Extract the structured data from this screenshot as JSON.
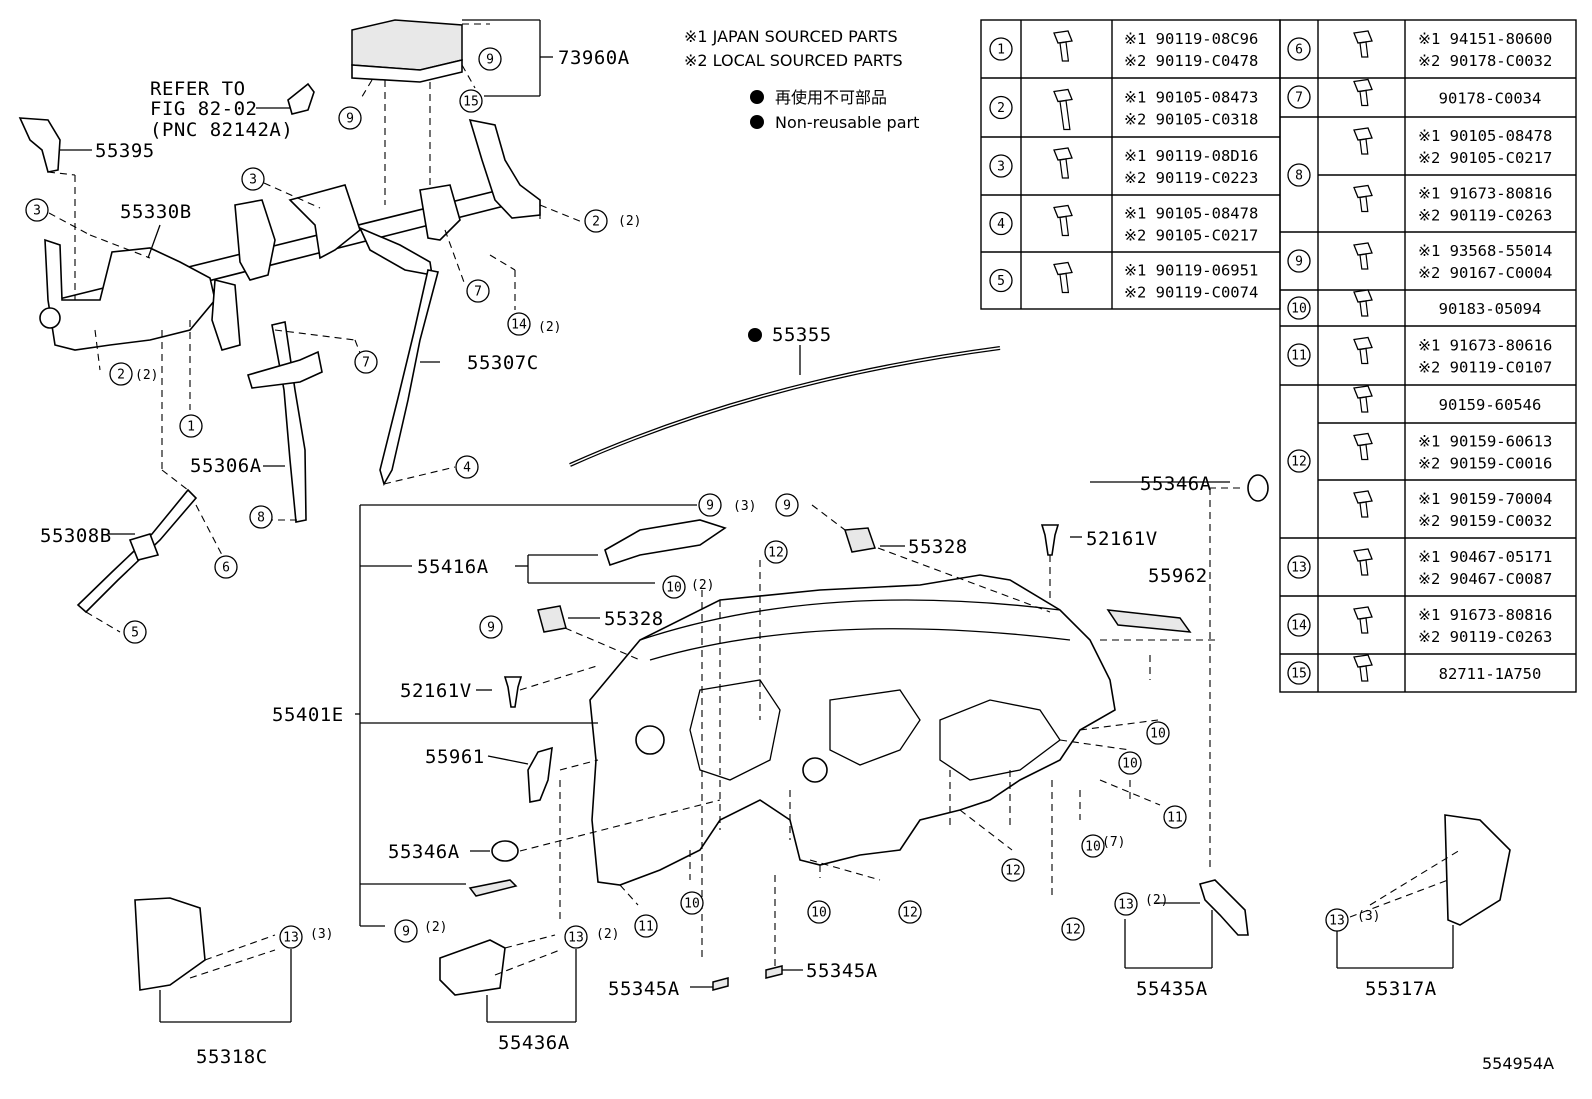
{
  "notes": {
    "japan": "※1 JAPAN SOURCED PARTS",
    "local": "※2 LOCAL SOURCED PARTS",
    "nonreusable_jp": "再使用不可部品",
    "nonreusable_en": "Non-reusable part"
  },
  "refer": {
    "line1": "REFER TO",
    "line2": "FIG 82-02",
    "line3": "(PNC 82142A)"
  },
  "figure_id": "554954A",
  "part_labels": {
    "p73960A": "73960A",
    "p55395": "55395",
    "p55330B": "55330B",
    "p55307C": "55307C",
    "p55306A": "55306A",
    "p55308B": "55308B",
    "p55355": "55355",
    "p55346A_top": "55346A",
    "p55416A": "55416A",
    "p55328_top": "55328",
    "p55328_mid": "55328",
    "p52161V_top": "52161V",
    "p52161V_mid": "52161V",
    "p55962": "55962",
    "p55401E": "55401E",
    "p55961": "55961",
    "p55346A_bot": "55346A",
    "p55345A_l": "55345A",
    "p55345A_r": "55345A",
    "p55435A": "55435A",
    "p55317A": "55317A",
    "p55318C": "55318C",
    "p55436A": "55436A"
  },
  "qty": {
    "q2": "(2)",
    "q3": "(3)",
    "q7": "(7)"
  },
  "callouts": [
    "1",
    "2",
    "3",
    "4",
    "5",
    "6",
    "7",
    "8",
    "9",
    "10",
    "11",
    "12",
    "13",
    "14",
    "15"
  ],
  "table_left": [
    {
      "no": "1",
      "l1": "※1 90119-08C96",
      "l2": "※2 90119-C0478"
    },
    {
      "no": "2",
      "l1": "※1 90105-08473",
      "l2": "※2 90105-C0318"
    },
    {
      "no": "3",
      "l1": "※1 90119-08D16",
      "l2": "※2 90119-C0223"
    },
    {
      "no": "4",
      "l1": "※1 90105-08478",
      "l2": "※2 90105-C0217"
    },
    {
      "no": "5",
      "l1": "※1 90119-06951",
      "l2": "※2 90119-C0074"
    }
  ],
  "table_right": [
    {
      "no": "6",
      "l1": "※1 94151-80600",
      "l2": "※2 90178-C0032"
    },
    {
      "no": "7",
      "l1": "90178-C0034",
      "l2": ""
    },
    {
      "no": "8a",
      "l1": "※1 90105-08478",
      "l2": "※2 90105-C0217"
    },
    {
      "no": "8b",
      "l1": "※1 91673-80816",
      "l2": "※2 90119-C0263"
    },
    {
      "no": "9",
      "l1": "※1 93568-55014",
      "l2": "※2 90167-C0004"
    },
    {
      "no": "10",
      "l1": "90183-05094",
      "l2": ""
    },
    {
      "no": "11",
      "l1": "※1 91673-80616",
      "l2": "※2 90119-C0107"
    },
    {
      "no": "12a",
      "l1": "90159-60546",
      "l2": ""
    },
    {
      "no": "12b",
      "l1": "※1 90159-60613",
      "l2": "※2 90159-C0016"
    },
    {
      "no": "12c",
      "l1": "※1 90159-70004",
      "l2": "※2 90159-C0032"
    },
    {
      "no": "13",
      "l1": "※1 90467-05171",
      "l2": "※2 90467-C0087"
    },
    {
      "no": "14",
      "l1": "※1 91673-80816",
      "l2": "※2 90119-C0263"
    },
    {
      "no": "15",
      "l1": "82711-1A750",
      "l2": ""
    }
  ],
  "table_right_numbers": {
    "n6": "6",
    "n7": "7",
    "n8": "8",
    "n9": "9",
    "n10": "10",
    "n11": "11",
    "n12": "12",
    "n13": "13",
    "n14": "14",
    "n15": "15"
  }
}
